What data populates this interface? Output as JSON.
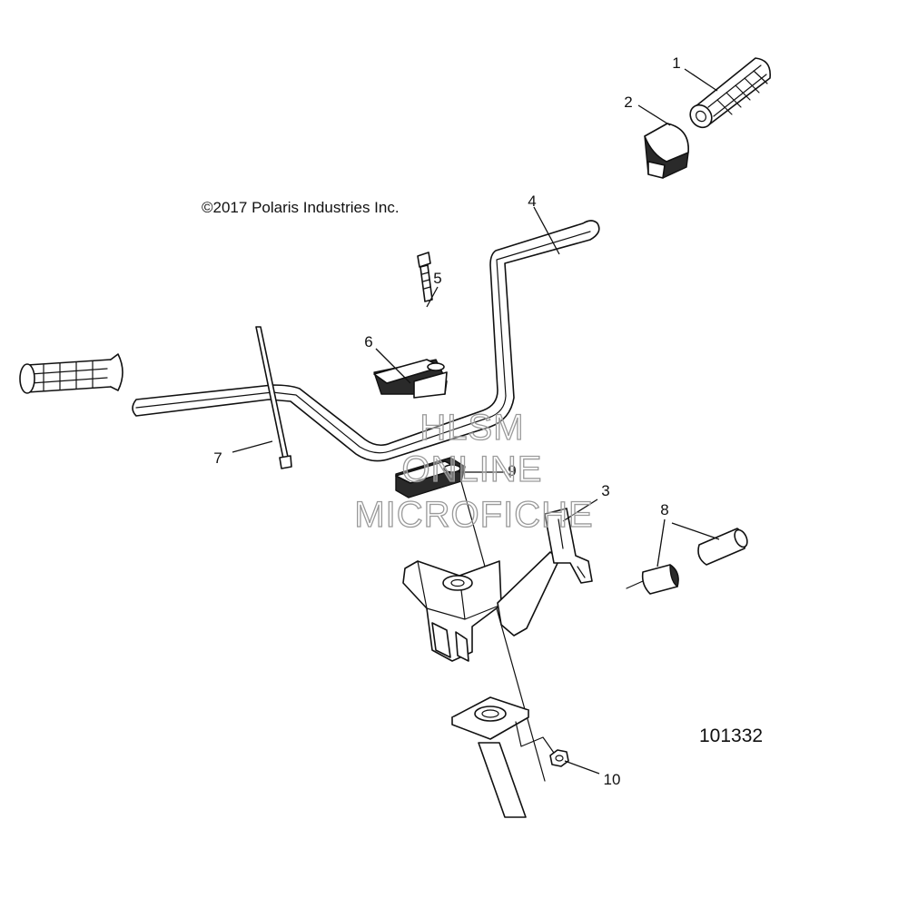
{
  "copyright": "©2017 Polaris Industries Inc.",
  "diagram_id": "101332",
  "watermark": {
    "line1": "HLSM",
    "line2": "ONLINE",
    "line3": "MICROFICHE"
  },
  "callouts": {
    "c1": "1",
    "c2": "2",
    "c3": "3",
    "c4": "4",
    "c5": "5",
    "c6": "6",
    "c7": "7",
    "c8": "8",
    "c9": "9",
    "c10": "10"
  }
}
